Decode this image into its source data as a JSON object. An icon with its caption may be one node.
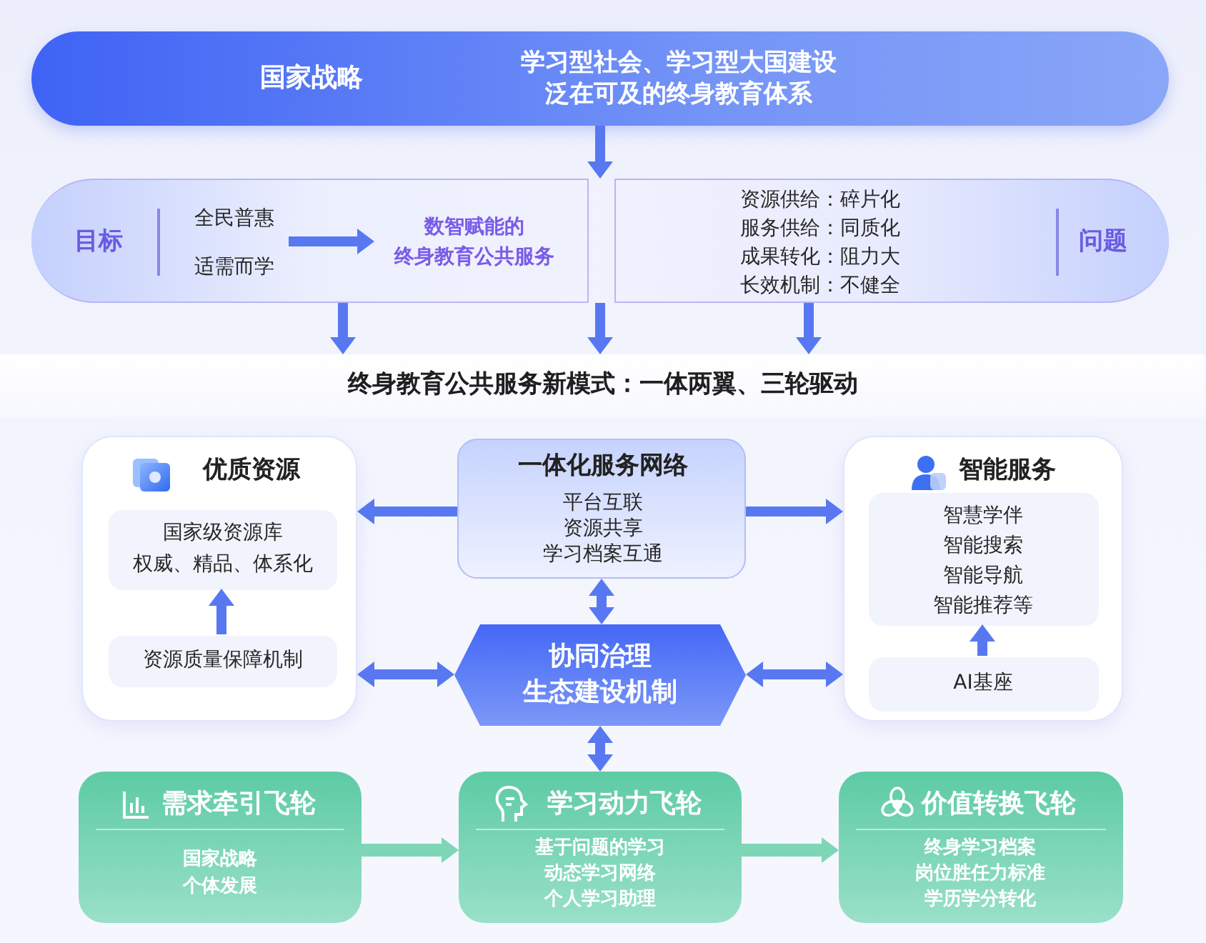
{
  "diagram": {
    "nodes": [
      {
        "text": [
          "国家战略",
          "学习型社会、学习型大国建设",
          "泛在可及的终身教育体系"
        ]
      },
      {
        "text": [],
        "shape": "box"
      },
      {
        "text": [
          "目标"
        ],
        "in": 1
      },
      {
        "text": [
          "全民普惠",
          "适需而学"
        ],
        "in": 2
      },
      {
        "text": [
          "数智赋能的",
          "终身教育公共服务"
        ],
        "in": 2
      },
      {
        "text": [
          "资源供给：碎片化",
          "服务供给：同质化",
          "成果转化：阻力大",
          "长效机制：不健全",
          "问题"
        ],
        "in": 1
      },
      {
        "text": [
          "终身教育公共服务新模式：一体两翼、三轮驱动"
        ]
      },
      {
        "text": [
          "优质资源"
        ]
      },
      {
        "text": [
          "国家级资源库",
          "权威、精品、体系化"
        ],
        "in": 7
      },
      {
        "text": [
          "资源质量保障机制"
        ],
        "in": 7
      },
      {
        "text": [
          "一体化服务网络",
          "平台互联",
          "资源共享",
          "学习档案互通"
        ]
      },
      {
        "text": [
          "智能服务"
        ]
      },
      {
        "text": [
          "智慧学伴",
          "智能搜索",
          "智能导航",
          "智能推荐等"
        ],
        "in": 11
      },
      {
        "text": [
          "AI基座"
        ],
        "in": 11
      },
      {
        "text": [
          "协同治理",
          "生态建设机制"
        ]
      },
      {
        "text": [
          "需求牵引飞轮",
          "国家战略",
          "个体发展"
        ]
      },
      {
        "text": [
          "学习动力飞轮",
          "基于问题的学习",
          "动态学习网络",
          "个人学习助理"
        ]
      },
      {
        "text": [
          "价值转换飞轮",
          "终身学习档案",
          "岗位胜任力标准",
          "学历学分转化"
        ]
      }
    ],
    "edges": [
      {
        "from": 0,
        "to": 1,
        "arrow": "to"
      },
      {
        "from": 3,
        "to": 4,
        "arrow": "to"
      },
      {
        "from": 2,
        "to": 6,
        "arrow": "to"
      },
      {
        "from": 1,
        "to": 6,
        "arrow": "to"
      },
      {
        "from": 5,
        "to": 6,
        "arrow": "to"
      },
      {
        "from": 9,
        "to": 8,
        "arrow": "to"
      },
      {
        "from": 10,
        "to": 7,
        "arrow": "to"
      },
      {
        "from": 10,
        "to": 11,
        "arrow": "to"
      },
      {
        "from": 10,
        "to": 14,
        "arrow": "both"
      },
      {
        "from": 14,
        "to": 7,
        "arrow": "both"
      },
      {
        "from": 14,
        "to": 11,
        "arrow": "both"
      },
      {
        "from": 13,
        "to": 12,
        "arrow": "to"
      },
      {
        "from": 14,
        "to": 16,
        "arrow": "both"
      },
      {
        "from": 15,
        "to": 16,
        "arrow": "to",
        "color": "#7fd6b6"
      },
      {
        "from": 16,
        "to": 17,
        "arrow": "to",
        "color": "#7fd6b6"
      }
    ]
  }
}
